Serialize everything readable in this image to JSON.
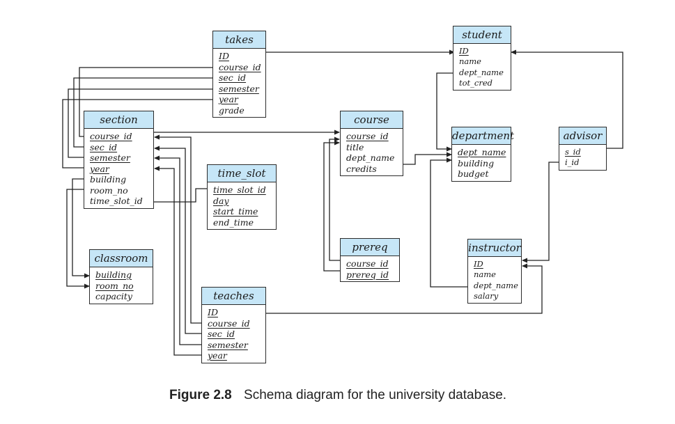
{
  "tables": [
    {
      "id": "takes",
      "name": "takes",
      "attributes": [
        {
          "name": "ID",
          "pk": true
        },
        {
          "name": "course_id",
          "pk": true
        },
        {
          "name": "sec_id",
          "pk": true
        },
        {
          "name": "semester",
          "pk": true
        },
        {
          "name": "year",
          "pk": true
        },
        {
          "name": "grade",
          "pk": false
        }
      ]
    },
    {
      "id": "student",
      "name": "student",
      "attributes": [
        {
          "name": "ID",
          "pk": true
        },
        {
          "name": "name",
          "pk": false
        },
        {
          "name": "dept_name",
          "pk": false
        },
        {
          "name": "tot_cred",
          "pk": false
        }
      ]
    },
    {
      "id": "section",
      "name": "section",
      "attributes": [
        {
          "name": "course_id",
          "pk": true
        },
        {
          "name": "sec_id",
          "pk": true
        },
        {
          "name": "semester",
          "pk": true
        },
        {
          "name": "year",
          "pk": true
        },
        {
          "name": "building",
          "pk": false
        },
        {
          "name": "room_no",
          "pk": false
        },
        {
          "name": "time_slot_id",
          "pk": false
        }
      ]
    },
    {
      "id": "course",
      "name": "course",
      "attributes": [
        {
          "name": "course_id",
          "pk": true
        },
        {
          "name": "title",
          "pk": false
        },
        {
          "name": "dept_name",
          "pk": false
        },
        {
          "name": "credits",
          "pk": false
        }
      ]
    },
    {
      "id": "department",
      "name": "department",
      "attributes": [
        {
          "name": "dept_name",
          "pk": true
        },
        {
          "name": "building",
          "pk": false
        },
        {
          "name": "budget",
          "pk": false
        }
      ]
    },
    {
      "id": "advisor",
      "name": "advisor",
      "attributes": [
        {
          "name": "s_id",
          "pk": true
        },
        {
          "name": "i_id",
          "pk": false
        }
      ]
    },
    {
      "id": "time_slot",
      "name": "time_slot",
      "attributes": [
        {
          "name": "time_slot_id",
          "pk": true
        },
        {
          "name": "day",
          "pk": true
        },
        {
          "name": "start_time",
          "pk": true
        },
        {
          "name": "end_time",
          "pk": false
        }
      ]
    },
    {
      "id": "prereq",
      "name": "prereq",
      "attributes": [
        {
          "name": "course_id",
          "pk": true
        },
        {
          "name": "prereq_id",
          "pk": true
        }
      ]
    },
    {
      "id": "instructor",
      "name": "instructor",
      "attributes": [
        {
          "name": "ID",
          "pk": true
        },
        {
          "name": "name",
          "pk": false
        },
        {
          "name": "dept_name",
          "pk": false
        },
        {
          "name": "salary",
          "pk": false
        }
      ]
    },
    {
      "id": "classroom",
      "name": "classroom",
      "attributes": [
        {
          "name": "building",
          "pk": true
        },
        {
          "name": "room_no",
          "pk": true
        },
        {
          "name": "capacity",
          "pk": false
        }
      ]
    },
    {
      "id": "teaches",
      "name": "teaches",
      "attributes": [
        {
          "name": "ID",
          "pk": true
        },
        {
          "name": "course_id",
          "pk": true
        },
        {
          "name": "sec_id",
          "pk": true
        },
        {
          "name": "semester",
          "pk": true
        },
        {
          "name": "year",
          "pk": true
        }
      ]
    }
  ],
  "relationships": [
    {
      "from": "takes.ID",
      "to": "student.ID"
    },
    {
      "from": "takes.course_id",
      "to": "section.course_id"
    },
    {
      "from": "takes.sec_id",
      "to": "section.sec_id"
    },
    {
      "from": "takes.semester",
      "to": "section.semester"
    },
    {
      "from": "takes.year",
      "to": "section.year"
    },
    {
      "from": "section.course_id",
      "to": "course.course_id"
    },
    {
      "from": "section.building",
      "to": "classroom.building"
    },
    {
      "from": "section.room_no",
      "to": "classroom.room_no"
    },
    {
      "from": "section.time_slot_id",
      "to": "time_slot.time_slot_id"
    },
    {
      "from": "teaches.course_id",
      "to": "section.course_id"
    },
    {
      "from": "teaches.sec_id",
      "to": "section.sec_id"
    },
    {
      "from": "teaches.semester",
      "to": "section.semester"
    },
    {
      "from": "teaches.year",
      "to": "section.year"
    },
    {
      "from": "teaches.ID",
      "to": "instructor.ID"
    },
    {
      "from": "prereq.course_id",
      "to": "course.course_id"
    },
    {
      "from": "prereq.prereq_id",
      "to": "course.course_id"
    },
    {
      "from": "course.dept_name",
      "to": "department.dept_name"
    },
    {
      "from": "student.dept_name",
      "to": "department.dept_name"
    },
    {
      "from": "instructor.dept_name",
      "to": "department.dept_name"
    },
    {
      "from": "advisor.s_id",
      "to": "student.ID"
    },
    {
      "from": "advisor.i_id",
      "to": "instructor.ID"
    }
  ],
  "caption": {
    "number": "Figure 2.8",
    "text": "Schema diagram for the university database."
  },
  "colors": {
    "header_fill": "#c6e6f7",
    "border": "#2b2b2b",
    "line": "#222222"
  }
}
